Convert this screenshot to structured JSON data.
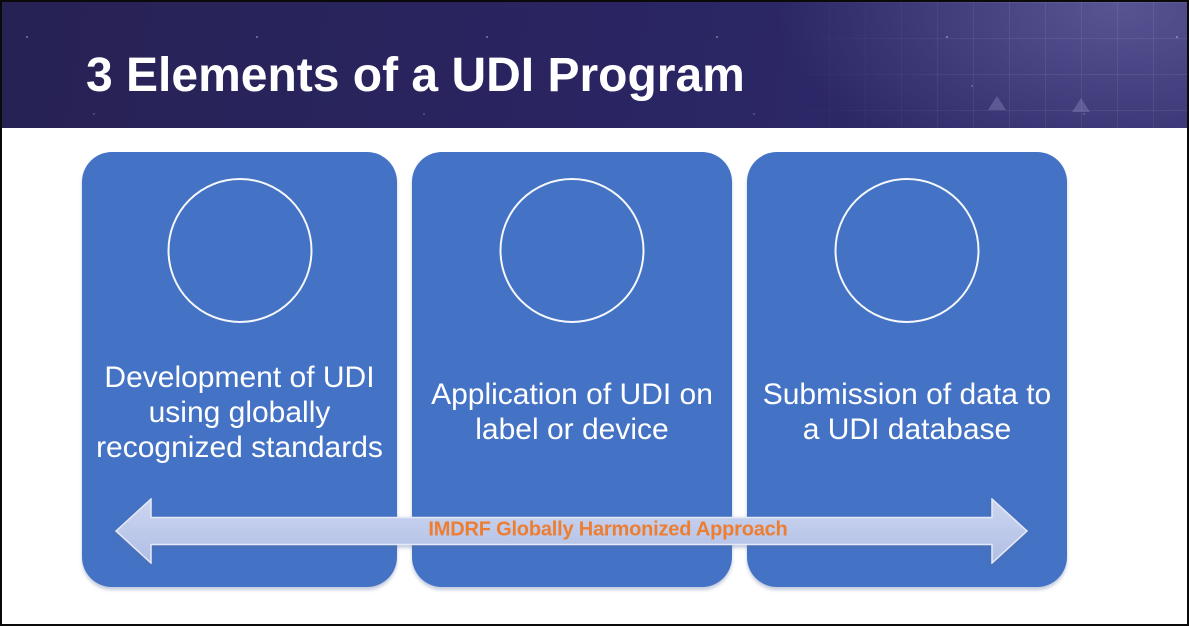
{
  "slide": {
    "title": "3 Elements of a UDI Program",
    "cards": [
      {
        "text": "Development of UDI\nusing globally\nrecognized standards"
      },
      {
        "text": "Application of UDI on\nlabel or device"
      },
      {
        "text": "Submission of data to\na UDI database"
      }
    ],
    "arrow": {
      "label": "IMDRF Globally Harmonized Approach"
    },
    "colors": {
      "header_background": "#2A2563",
      "title_text": "#FFFFFF",
      "card_background": "#4472C4",
      "card_text": "#FFFFFF",
      "circle_outline": "#FFFFFF",
      "arrow_fill": "#BFCBEA",
      "arrow_label": "#ED7D31"
    }
  }
}
